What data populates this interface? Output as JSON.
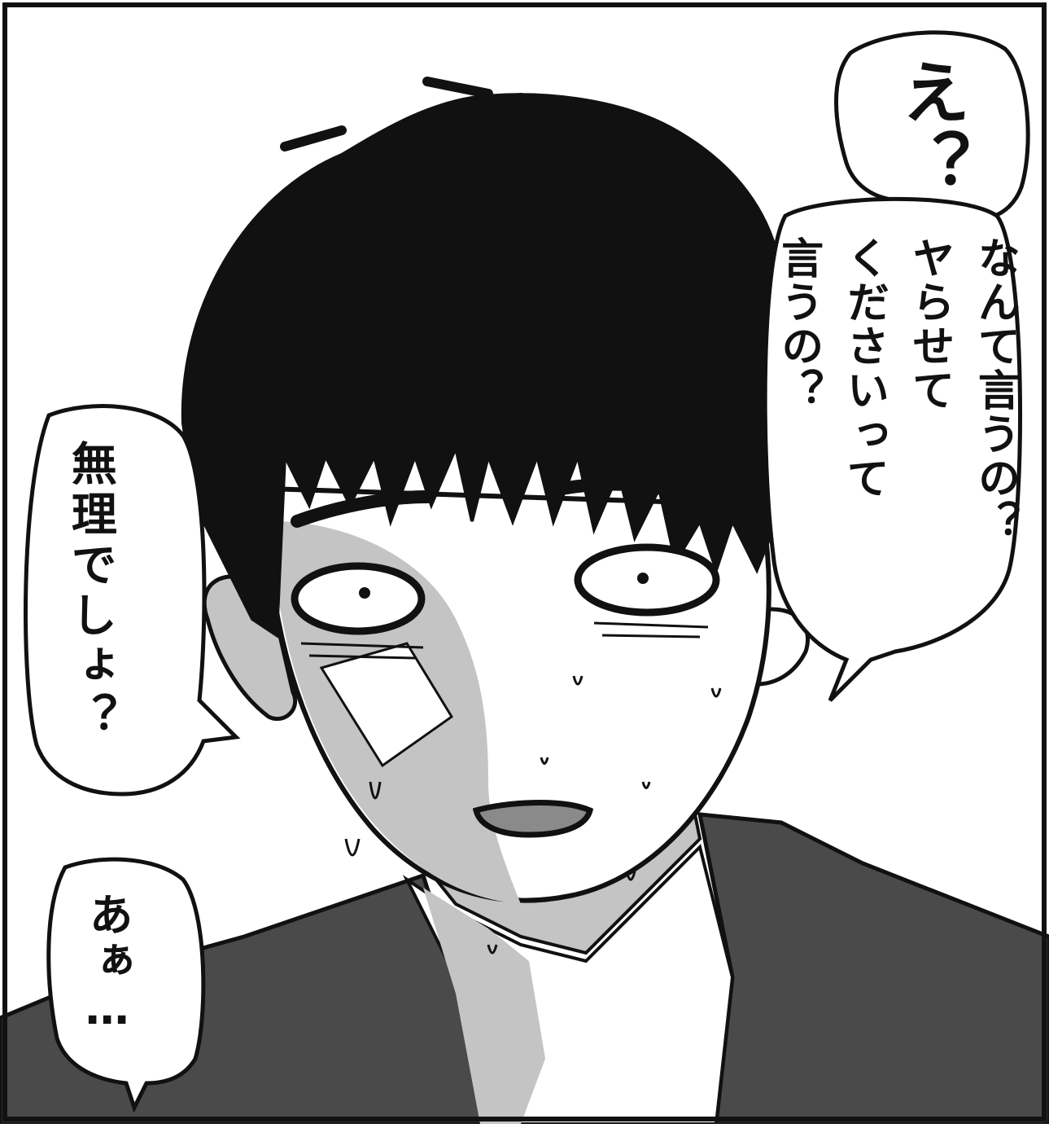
{
  "colors": {
    "ink": "#111111",
    "paper": "#ffffff",
    "shade_light": "#c4c4c4",
    "shade_mid": "#8a8a8a",
    "jacket": "#4a4a4a"
  },
  "dialogue": {
    "bubble_e": "え？",
    "bubble_nante": "なんて言うの？\nヤらせて\nくださいって\n言うの？",
    "bubble_muri": "無理でしょ？",
    "bubble_aa": "あぁ…"
  }
}
